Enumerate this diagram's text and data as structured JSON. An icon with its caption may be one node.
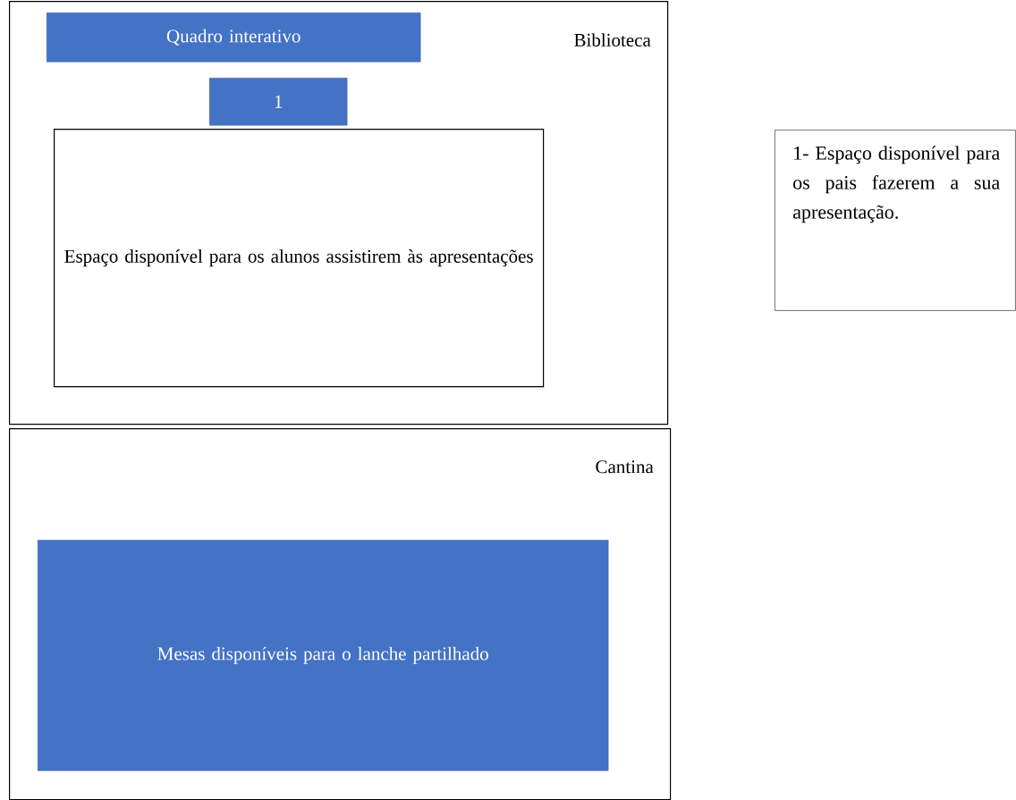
{
  "diagram": {
    "nodes": [
      {
        "text": [
          "Biblioteca"
        ]
      },
      {
        "text": [
          "Quadro interativo"
        ],
        "in": 0
      },
      {
        "text": [
          "1"
        ],
        "in": 0
      },
      {
        "text": [
          "Espaço disponível para os alunos assistirem às apresentações"
        ],
        "in": 0
      },
      {
        "text": [
          "1- Espaço disponível para os pais fazerem a sua apresentação."
        ]
      },
      {
        "text": [
          "Cantina"
        ]
      },
      {
        "text": [
          "Mesas disponíveis para o lanche partilhado"
        ],
        "in": 5
      }
    ]
  }
}
